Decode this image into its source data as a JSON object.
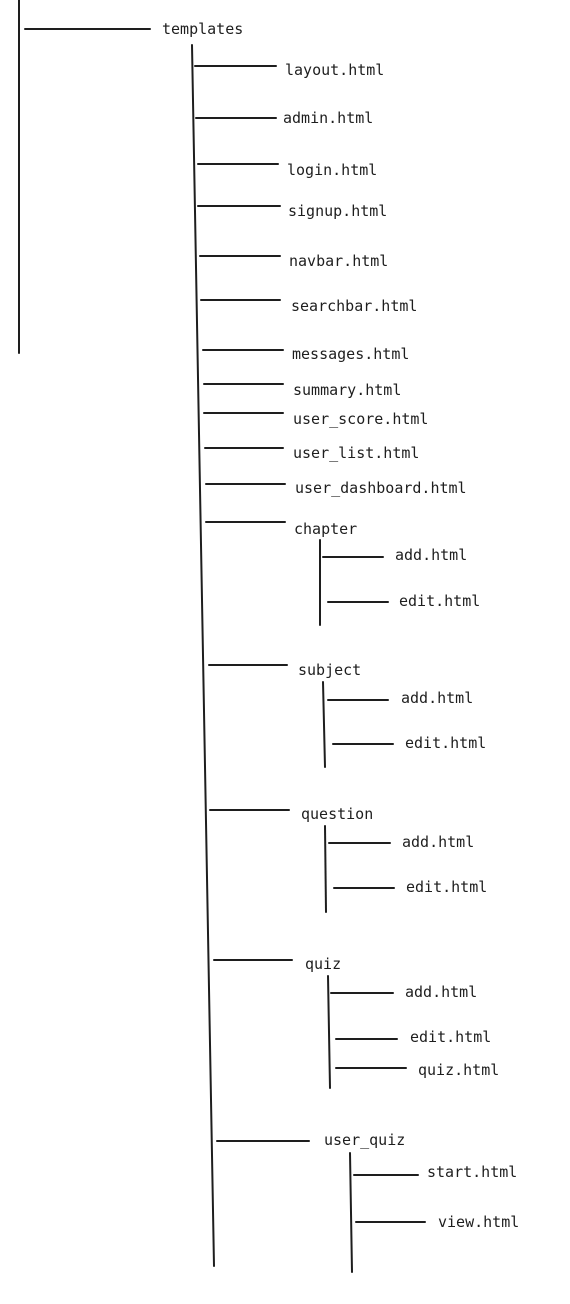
{
  "tree": {
    "root": "templates",
    "files": [
      "layout.html",
      "admin.html",
      "login.html",
      "signup.html",
      "navbar.html",
      "searchbar.html",
      "messages.html",
      "summary.html",
      "user_score.html",
      "user_list.html",
      "user_dashboard.html"
    ],
    "folders": [
      {
        "name": "chapter",
        "files": [
          "add.html",
          "edit.html"
        ]
      },
      {
        "name": "subject",
        "files": [
          "add.html",
          "edit.html"
        ]
      },
      {
        "name": "question",
        "files": [
          "add.html",
          "edit.html"
        ]
      },
      {
        "name": "quiz",
        "files": [
          "add.html",
          "edit.html",
          "quiz.html"
        ]
      },
      {
        "name": "user_quiz",
        "files": [
          "start.html",
          "view.html"
        ]
      }
    ]
  }
}
